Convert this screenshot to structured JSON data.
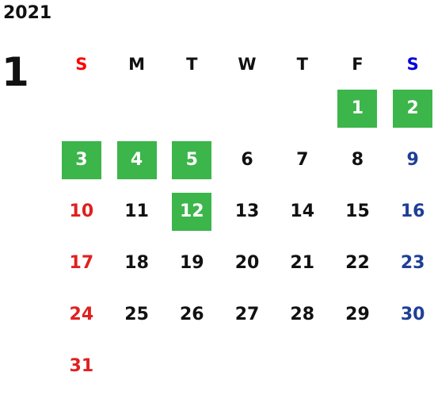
{
  "calendar": {
    "year": "2021",
    "month": "1",
    "weekdays": [
      "S",
      "M",
      "T",
      "W",
      "T",
      "F",
      "S"
    ],
    "colors": {
      "highlight": "#3cb54a",
      "sunday": "#e02020",
      "saturday": "#1e3f96"
    },
    "weeks": [
      [
        "",
        "",
        "",
        "",
        "",
        "1",
        "2"
      ],
      [
        "3",
        "4",
        "5",
        "6",
        "7",
        "8",
        "9"
      ],
      [
        "10",
        "11",
        "12",
        "13",
        "14",
        "15",
        "16"
      ],
      [
        "17",
        "18",
        "19",
        "20",
        "21",
        "22",
        "23"
      ],
      [
        "24",
        "25",
        "26",
        "27",
        "28",
        "29",
        "30"
      ],
      [
        "31",
        "",
        "",
        "",
        "",
        "",
        ""
      ]
    ],
    "highlighted_days": [
      "1",
      "2",
      "3",
      "4",
      "5",
      "12"
    ]
  }
}
